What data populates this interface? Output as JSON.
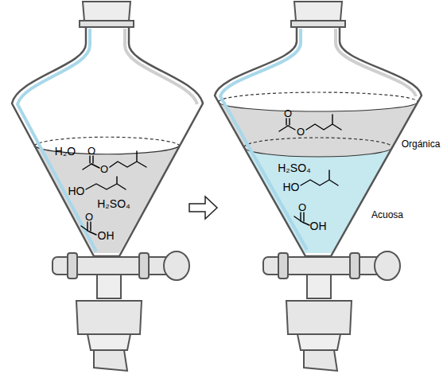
{
  "diagram": {
    "labels": [
      "H₂O",
      "O",
      "O",
      "HO",
      "H₂SO₄",
      "O",
      "OH",
      "O",
      "O",
      "H₂SO₄",
      "HO",
      "O",
      "OH",
      "Orgánica",
      "Acuosa"
    ]
  }
}
